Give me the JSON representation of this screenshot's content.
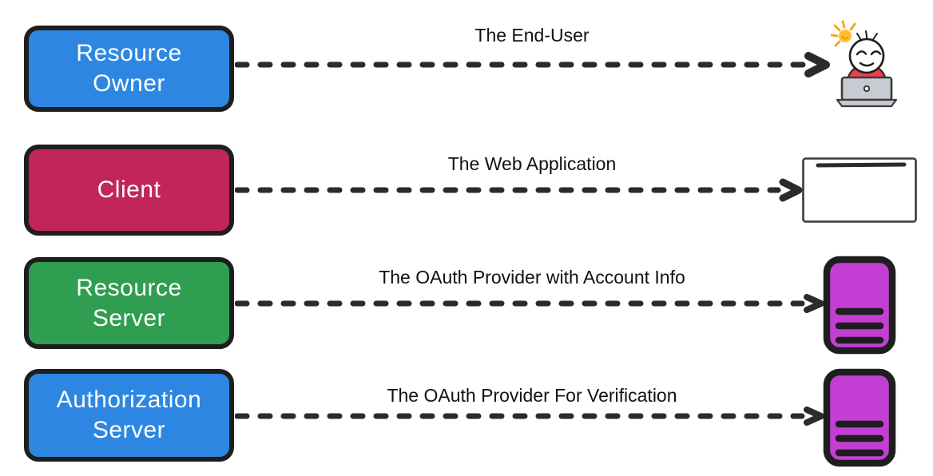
{
  "diagram": {
    "rows": [
      {
        "box_label": "Resource\nOwner",
        "box_color": "#2D87E2",
        "arrow_label": "The End-User",
        "icon": "end-user-icon"
      },
      {
        "box_label": "Client",
        "box_color": "#C2255C",
        "arrow_label": "The Web Application",
        "icon": "browser-window-icon"
      },
      {
        "box_label": "Resource\nServer",
        "box_color": "#2F9E50",
        "arrow_label": "The OAuth Provider with Account Info",
        "icon": "database-server-icon"
      },
      {
        "box_label": "Authorization\nServer",
        "box_color": "#2D87E2",
        "arrow_label": "The OAuth Provider For Verification",
        "icon": "database-server-icon"
      }
    ],
    "colors": {
      "arrow": "#2B2B2B",
      "box_border": "#1E1E1E",
      "server_fill": "#C33FD4",
      "shirt_red": "#EE3F4D",
      "laptop_gray": "#C8CCD2",
      "sun_yellow": "#FFC12B",
      "background": "#FFFFFF"
    }
  }
}
